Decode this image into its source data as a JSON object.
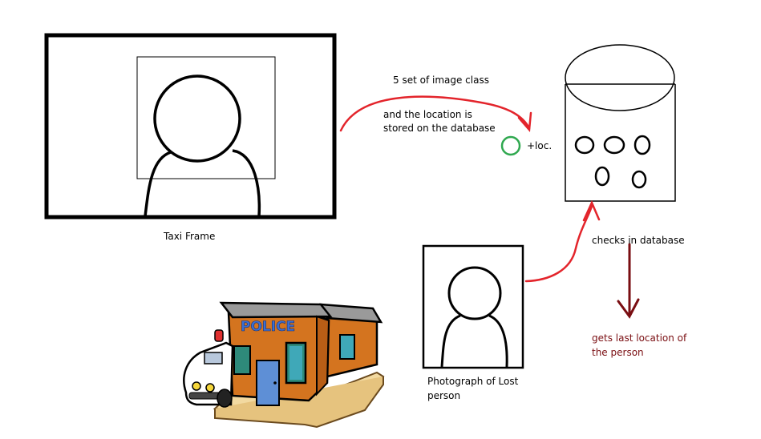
{
  "labels": {
    "taxi_frame": "Taxi Frame",
    "image_class": "5 set of image class",
    "location_stored_line1": "and the location is",
    "location_stored_line2": "stored on the database",
    "loc": "+loc.",
    "checks_in_database": "checks in database",
    "gets_last_location_line1": "gets last location of",
    "gets_last_location_line2": "the person",
    "photo_caption_line1": "Photograph of Lost",
    "photo_caption_line2": "person",
    "police_sign": "POLICE"
  },
  "colors": {
    "arrow_red": "#e3242b",
    "arrow_dark_red": "#7a0e12",
    "green_marker": "#2fa84f",
    "building_orange": "#d4741f",
    "building_roof": "#9a9a9a",
    "door_blue": "#5e8fd6",
    "base_tan": "#f2d9a0"
  }
}
